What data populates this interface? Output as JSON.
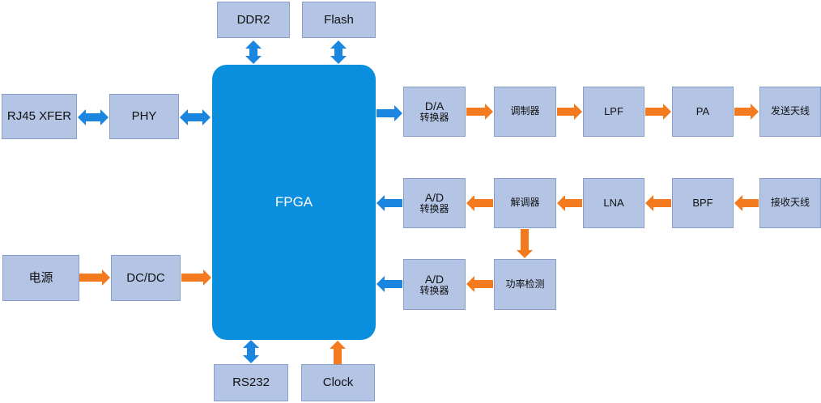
{
  "colors": {
    "box_fill": "#b3c4e4",
    "fpga_fill": "#0a8fde",
    "blue_arrow": "#1a86e0",
    "orange_arrow": "#f47a20"
  },
  "fpga": "FPGA",
  "ddr2": "DDR2",
  "flash": "Flash",
  "rs232": "RS232",
  "clock": "Clock",
  "rj45": "RJ45 XFER",
  "phy": "PHY",
  "power": "电源",
  "dcdc": "DC/DC",
  "tx": {
    "da_top": "D/A",
    "da_bottom": "转换器",
    "modulator": "调制器",
    "lpf": "LPF",
    "pa": "PA",
    "antenna": "发送天线"
  },
  "rx": {
    "ad_top": "A/D",
    "ad_bottom": "转换器",
    "demodulator": "解调器",
    "lna": "LNA",
    "bpf": "BPF",
    "antenna": "接收天线"
  },
  "pd": {
    "ad_top": "A/D",
    "ad_bottom": "转换器",
    "detector": "功率检测"
  }
}
